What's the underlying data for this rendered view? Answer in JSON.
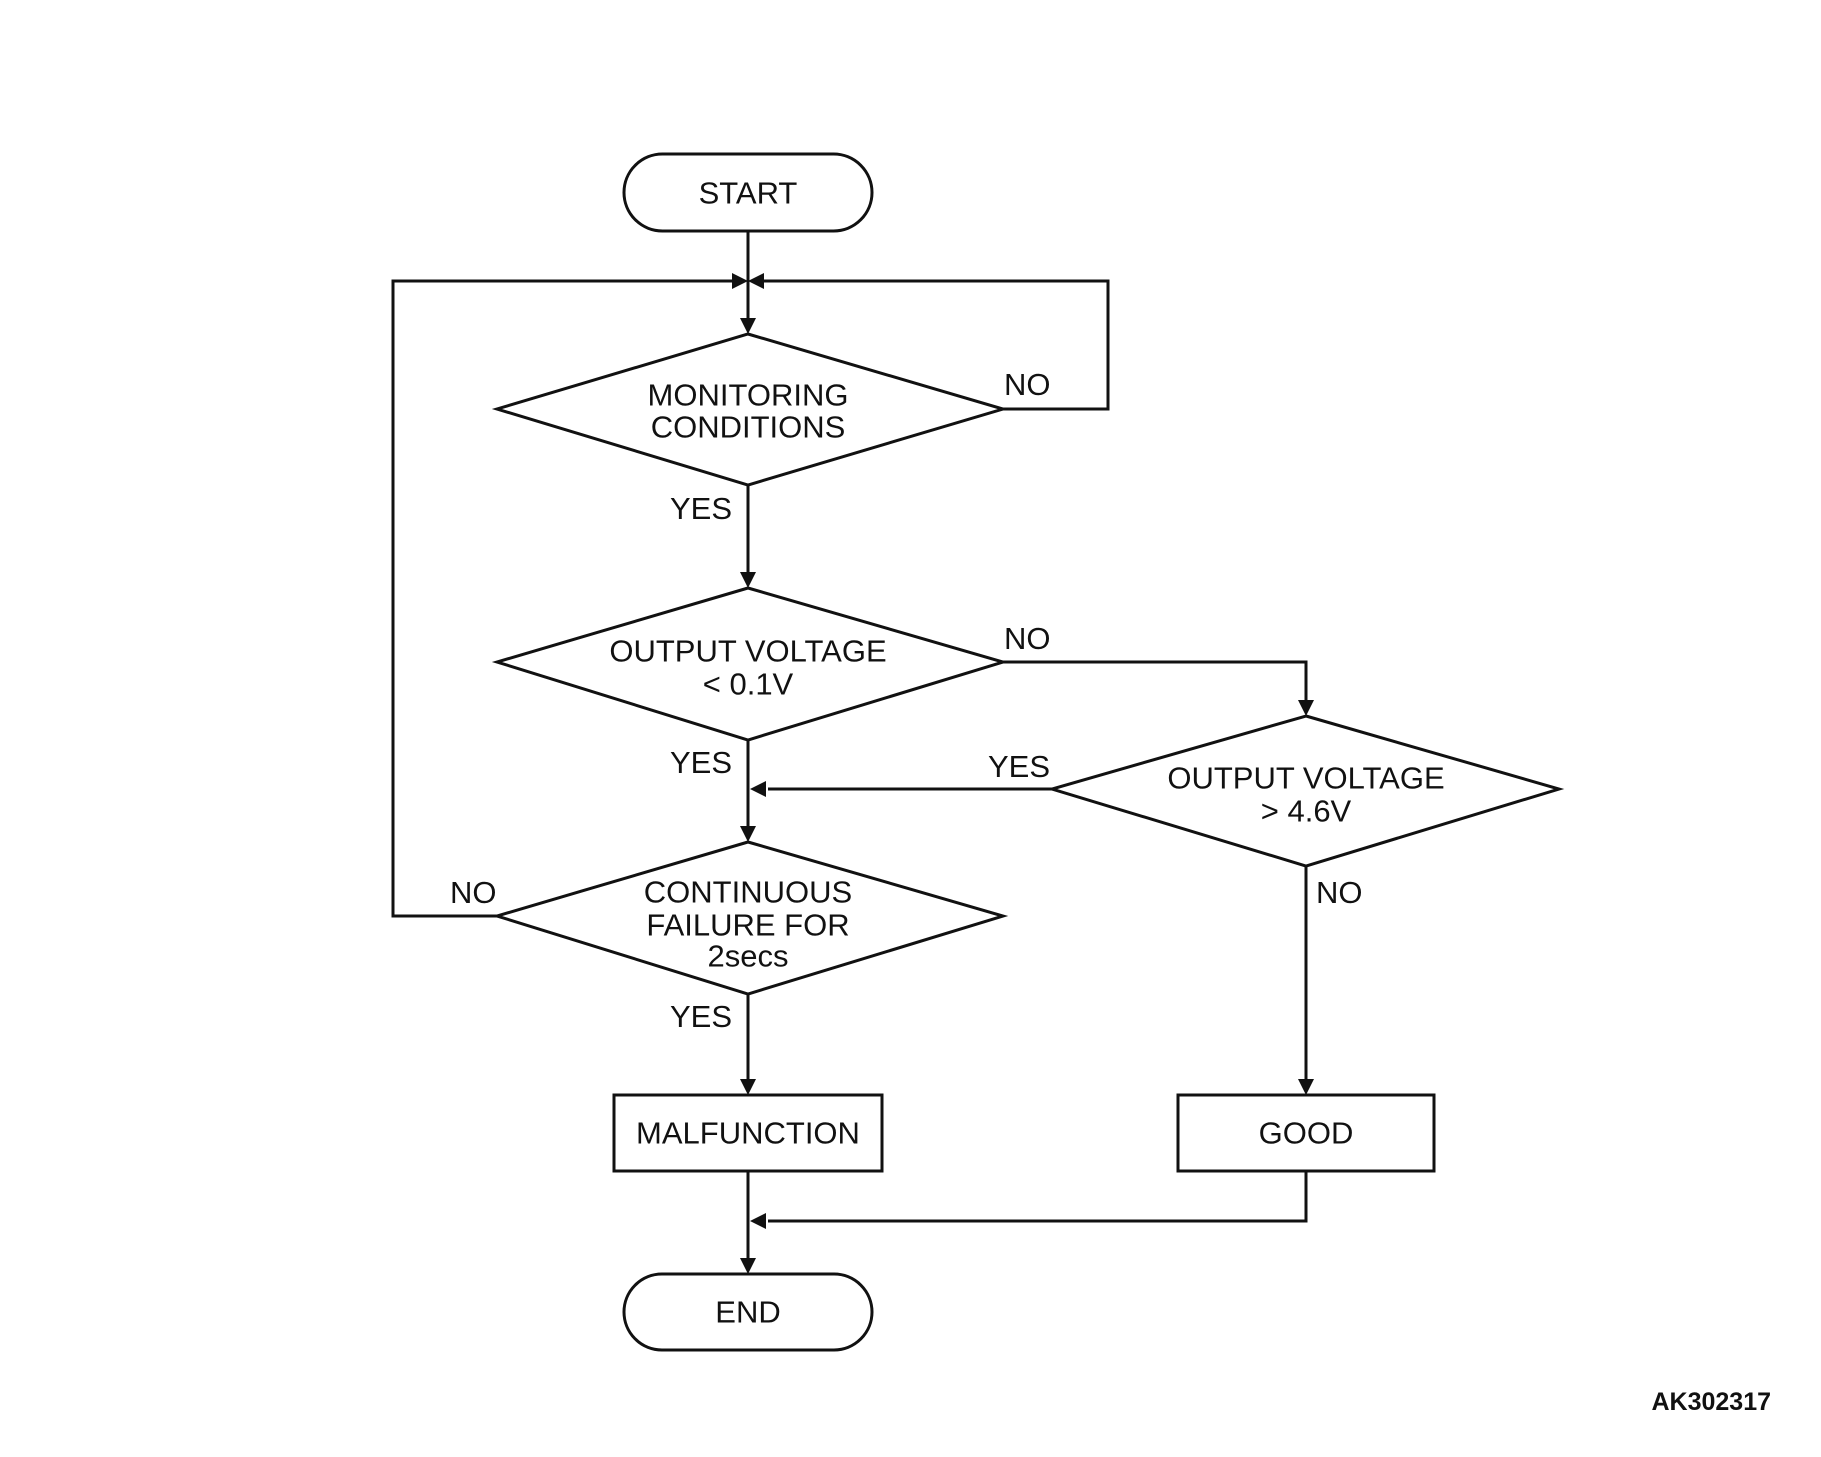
{
  "flowchart": {
    "start": "START",
    "end": "END",
    "decisions": {
      "monitoring": [
        "MONITORING",
        "CONDITIONS"
      ],
      "low_voltage": [
        "OUTPUT VOLTAGE",
        "< 0.1V"
      ],
      "high_voltage": [
        "OUTPUT VOLTAGE",
        "> 4.6V"
      ],
      "continuous_failure": [
        "CONTINUOUS",
        "FAILURE FOR",
        "2secs"
      ]
    },
    "results": {
      "malfunction": "MALFUNCTION",
      "good": "GOOD"
    },
    "branch_labels": {
      "yes": "YES",
      "no": "NO"
    }
  },
  "figure_id": "AK302317"
}
